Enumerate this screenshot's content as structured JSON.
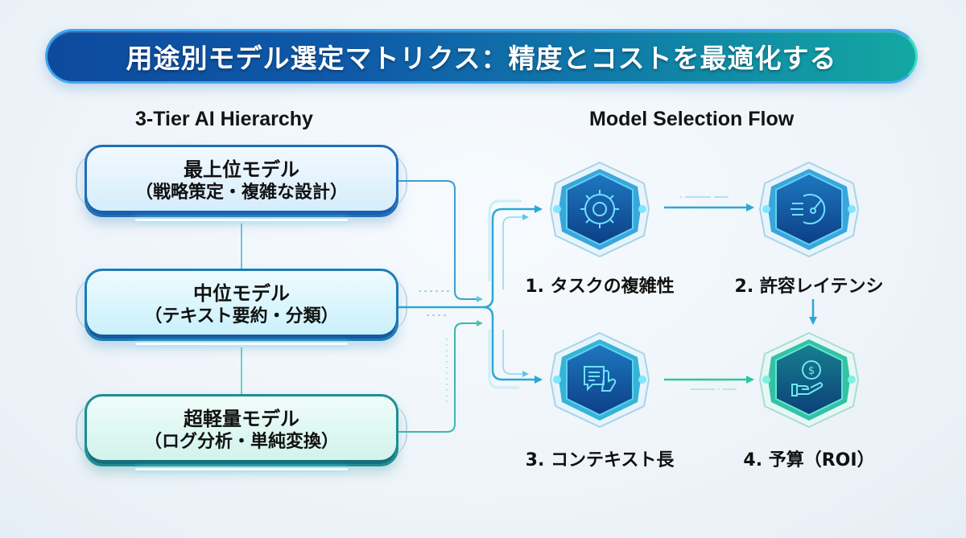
{
  "banner": {
    "title": "用途別モデル選定マトリクス：精度とコストを最適化する",
    "gradient_start": "#0d4a9e",
    "gradient_end": "#13a8a2"
  },
  "hierarchy": {
    "title": "3-Tier AI  Hierarchy",
    "tiers": [
      {
        "name": "最上位モデル",
        "description": "（戦略策定・複雑な設計）",
        "color": "#1f6fb8"
      },
      {
        "name": "中位モデル",
        "description": "（テキスト要約・分類）",
        "color": "#1d7cb6"
      },
      {
        "name": "超軽量モデル",
        "description": "（ログ分析・単純変換）",
        "color": "#1c8f94"
      }
    ]
  },
  "flow": {
    "title": "Model Selection Flow",
    "steps": [
      {
        "label": "1. タスクの複雑性",
        "icon": "gear-chip-icon"
      },
      {
        "label": "2. 許容レイテンシ",
        "icon": "speedometer-icon"
      },
      {
        "label": "3. コンテキスト長",
        "icon": "chat-document-touch-icon"
      },
      {
        "label": "4. 予算（ROI）",
        "icon": "hand-coin-icon"
      }
    ],
    "connector_color": "#2aa8d6",
    "accent_green": "#2cc6a0"
  }
}
